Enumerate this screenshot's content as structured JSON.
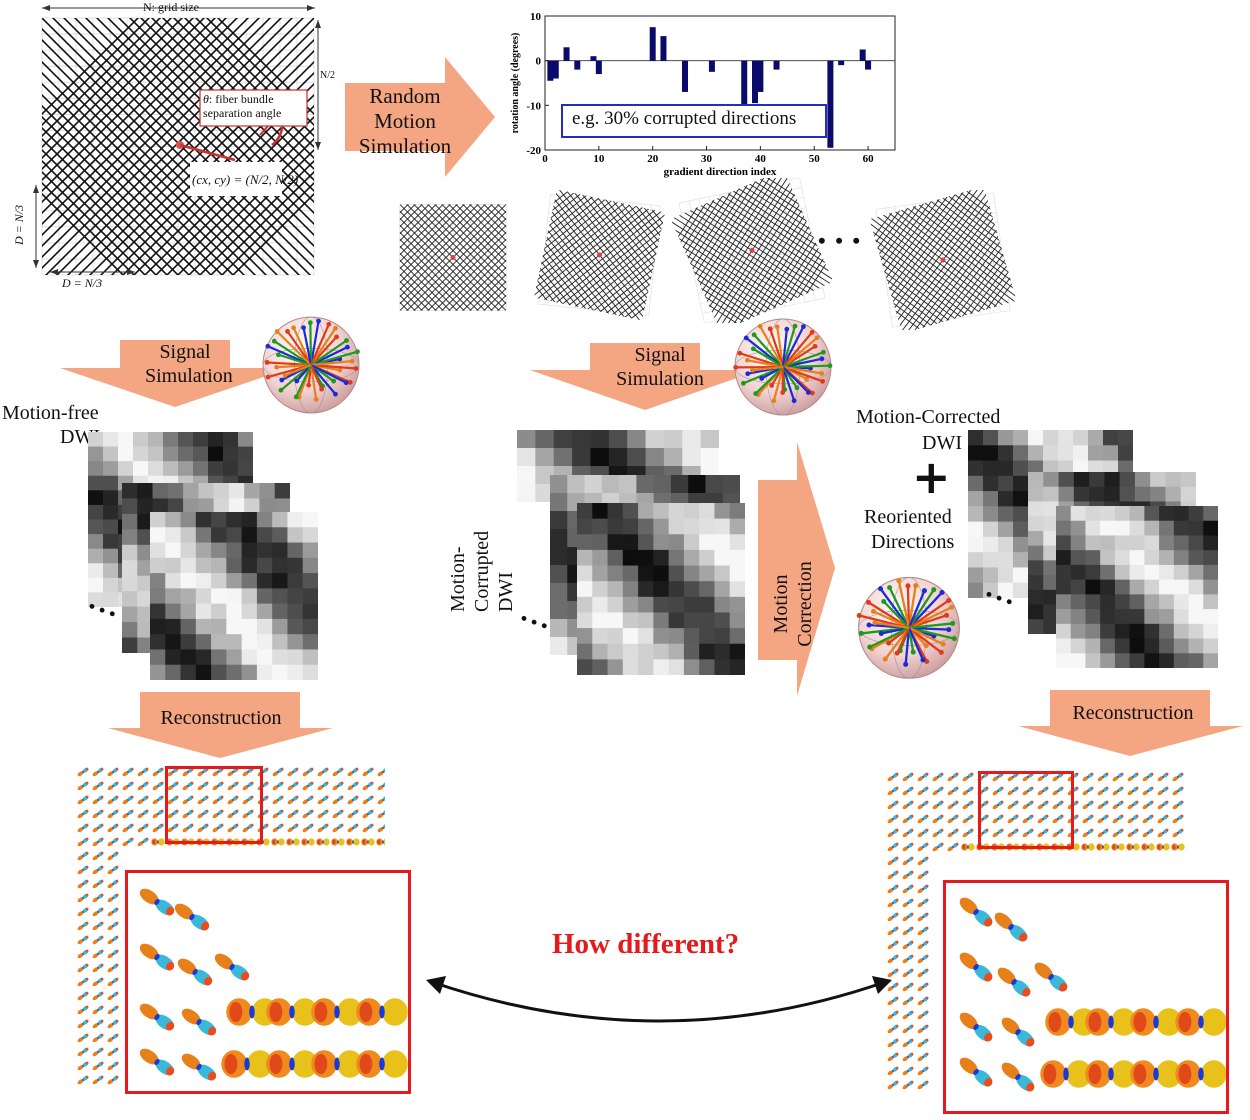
{
  "grid_panel": {
    "top_label": "N: grid size",
    "side_label": "N/2",
    "theta_label_line1": ": fiber bundle",
    "theta_symbol": "θ",
    "theta_label_line2": "separation angle",
    "center_label": "(cx, cy) = (N/2, N/2)",
    "d_left_label": "D = N/3",
    "d_bottom_label": "D = N/3"
  },
  "flow": {
    "random_motion": "Random Motion Simulation",
    "signal_sim_left": "Signal Simulation",
    "signal_sim_mid": "Signal Simulation",
    "motion_correction": "Motion Correction",
    "reconstruction_left": "Reconstruction",
    "reconstruction_right": "Reconstruction"
  },
  "labels": {
    "motion_free": "Motion-free",
    "dwi": "DWI",
    "motion_corrupted": "Motion-Corrupted DWI",
    "motion_corrected": "Motion-Corrected",
    "dwi_right": "DWI",
    "plus": "+",
    "reoriented": "Reoriented",
    "directions": "Directions",
    "dots": "• • •",
    "how_different": "How different?"
  },
  "colors": {
    "arrow_fill": "#f4a582",
    "highlight_red": "#e41a1c",
    "bar_color": "#0a0a6b",
    "callout_blue": "#1f2fbf"
  },
  "chart_data": {
    "type": "bar",
    "title": "",
    "xlabel": "gradient direction index",
    "ylabel": "rotation angle (degrees)",
    "xlim": [
      0,
      65
    ],
    "ylim": [
      -20,
      10
    ],
    "xticks": [
      "0",
      "10",
      "20",
      "30",
      "40",
      "50",
      "60"
    ],
    "yticks": [
      "10",
      "0",
      "-10",
      "-20"
    ],
    "annotation": "e.g. 30% corrupted directions",
    "x": [
      1,
      2,
      4,
      6,
      9,
      10,
      20,
      22,
      26,
      31,
      37,
      39,
      40,
      43,
      53,
      55,
      59,
      60
    ],
    "values": [
      -4.5,
      -4,
      3,
      -2,
      1,
      -3,
      7.5,
      5.5,
      -7,
      -2.5,
      -10.5,
      -9.5,
      -7,
      -2,
      -19.5,
      -1,
      2.5,
      -2
    ]
  }
}
